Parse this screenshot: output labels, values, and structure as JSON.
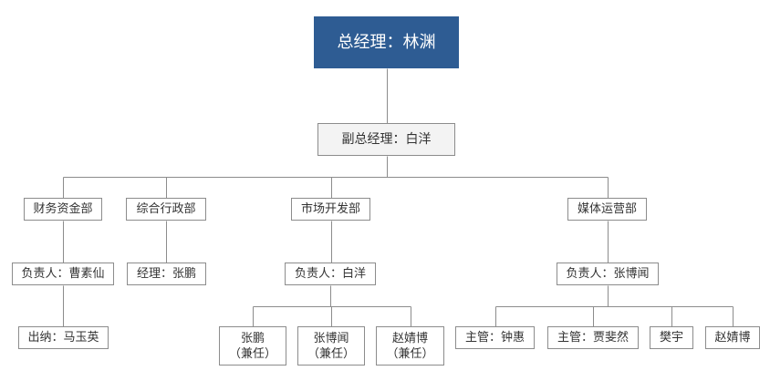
{
  "colors": {
    "root_fill": "#2e5c93",
    "root_text": "#ffffff",
    "deputy_fill": "#f3f3f3",
    "node_fill": "#ffffff",
    "border": "#8c8c8c",
    "line": "#8c8c8c",
    "text": "#333333"
  },
  "org": {
    "root": {
      "label": "总经理：林渊"
    },
    "deputy": {
      "label": "副总经理：白洋"
    },
    "departments": {
      "finance": {
        "label": "财务资金部",
        "head": "负责人：曹素仙",
        "staff": [
          "出纳：马玉英"
        ]
      },
      "admin": {
        "label": "综合行政部",
        "head": "经理：张鹏",
        "staff": []
      },
      "market": {
        "label": "市场开发部",
        "head": "负责人：白洋",
        "staff": [
          {
            "name": "张鹏",
            "note": "（兼任）"
          },
          {
            "name": "张博闻",
            "note": "（兼任）"
          },
          {
            "name": "赵婧博",
            "note": "（兼任）"
          }
        ]
      },
      "media": {
        "label": "媒体运营部",
        "head": "负责人：张博闻",
        "staff": [
          "主管：钟惠",
          "主管：贾斐然",
          "樊宇",
          "赵婧博"
        ]
      }
    }
  }
}
